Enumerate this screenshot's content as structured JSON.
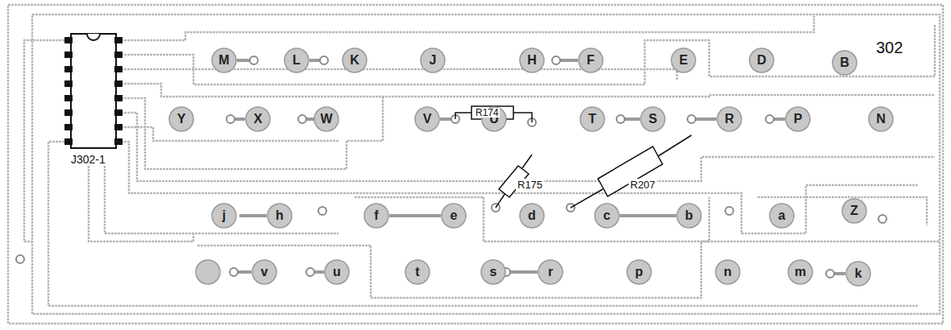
{
  "diagram": {
    "nodes": [
      {
        "text": [
          "M"
        ]
      },
      {
        "text": [
          "L"
        ]
      },
      {
        "text": [
          "K"
        ]
      },
      {
        "text": [
          "J"
        ]
      },
      {
        "text": [
          "H"
        ]
      },
      {
        "text": [
          "F"
        ]
      },
      {
        "text": [
          "E"
        ]
      },
      {
        "text": [
          "D"
        ]
      },
      {
        "text": [
          "B"
        ]
      },
      {
        "text": [
          "Y"
        ]
      },
      {
        "text": [
          "X"
        ]
      },
      {
        "text": [
          "W"
        ]
      },
      {
        "text": [
          "V"
        ]
      },
      {
        "text": [
          "U"
        ]
      },
      {
        "text": [
          "T"
        ]
      },
      {
        "text": [
          "S"
        ]
      },
      {
        "text": [
          "R"
        ]
      },
      {
        "text": [
          "P"
        ]
      },
      {
        "text": [
          "N"
        ]
      },
      {
        "text": [
          "j"
        ]
      },
      {
        "text": [
          "h"
        ]
      },
      {
        "text": [
          "f"
        ]
      },
      {
        "text": [
          "e"
        ]
      },
      {
        "text": [
          "d"
        ]
      },
      {
        "text": [
          "c"
        ]
      },
      {
        "text": [
          "b"
        ]
      },
      {
        "text": [
          "a"
        ]
      },
      {
        "text": [
          "Z"
        ]
      },
      {
        "text": [
          "v"
        ]
      },
      {
        "text": [
          "u"
        ]
      },
      {
        "text": [
          "t"
        ]
      },
      {
        "text": [
          "s"
        ]
      },
      {
        "text": [
          "r"
        ]
      },
      {
        "text": [
          "p"
        ]
      },
      {
        "text": [
          "n"
        ]
      },
      {
        "text": [
          "m"
        ]
      },
      {
        "text": [
          "k"
        ]
      }
    ],
    "labels": [
      "302",
      "J302-1",
      "R174",
      "R175",
      "R207"
    ]
  }
}
